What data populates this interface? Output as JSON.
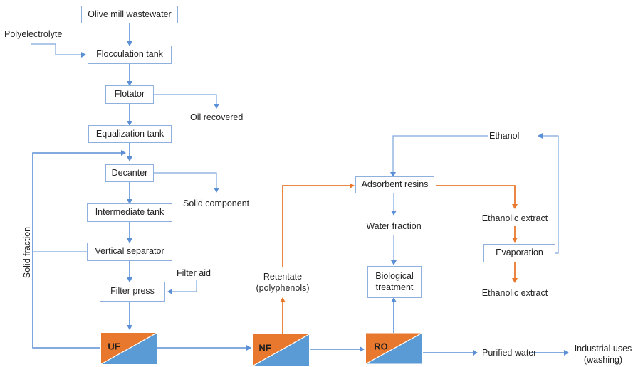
{
  "boxes": {
    "omw": "Olive mill wastewater",
    "flocculation": "Flocculation tank",
    "flotator": "Flotator",
    "equalization": "Equalization tank",
    "decanter": "Decanter",
    "intermediate": "Intermediate tank",
    "vertical_separator": "Vertical separator",
    "filter_press": "Filter press",
    "adsorbent": "Adsorbent resins",
    "evaporation": "Evaporation",
    "biological": "Biological treatment"
  },
  "labels": {
    "polyelectrolyte": "Polyelectrolyte",
    "oil_recovered": "Oil recovered",
    "solid_component": "Solid component",
    "filter_aid": "Filter aid",
    "solid_fraction": "Solid fraction",
    "ethanol": "Ethanol",
    "ethanolic_extract_1": "Ethanolic extract",
    "ethanolic_extract_2": "Ethanolic extract",
    "water_fraction": "Water fraction",
    "retentate": "Retentate (polyphenols)",
    "purified_water": "Purified water",
    "industrial_uses": "Industrial uses (washing)"
  },
  "membranes": {
    "uf": "UF",
    "nf": "NF",
    "ro": "RO"
  },
  "colors": {
    "blue_arrow": "#5b8fd6",
    "orange_arrow": "#e8782d",
    "membrane_orange": "#e8782d",
    "membrane_blue": "#5b9bd5",
    "box_border": "#8fb0de"
  }
}
